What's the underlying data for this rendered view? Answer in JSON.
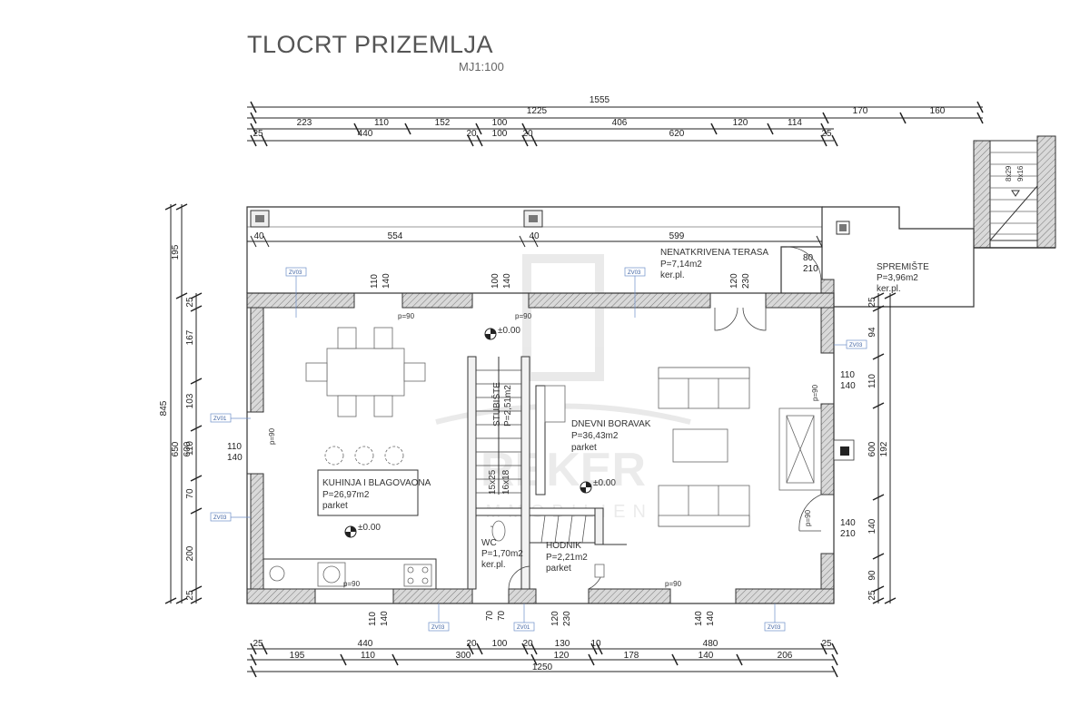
{
  "title": "TLOCRT PRIZEMLJA",
  "scale": "MJ1:100",
  "dimensions": {
    "top_total": "1555",
    "top_sub": "1225",
    "top_170": "170",
    "top_160": "160",
    "top_row1": [
      "223",
      "110",
      "152",
      "100",
      "406",
      "120",
      "114"
    ],
    "top_row2": [
      "25",
      "440",
      "20",
      "100",
      "20",
      "620",
      "25"
    ],
    "terrace_row": [
      "40",
      "554",
      "40",
      "599"
    ],
    "left_outer_total": "845",
    "left_outer": [
      "195",
      "650"
    ],
    "left_inner_total": "600",
    "left_inner": [
      "25",
      "167",
      "103",
      "110",
      "70",
      "200",
      "25"
    ],
    "left_window": [
      "110",
      "140"
    ],
    "right_outer": "600",
    "right_inner": [
      "25",
      "94",
      "110",
      "192",
      "140",
      "90",
      "25"
    ],
    "right_window_a": [
      "110",
      "140"
    ],
    "right_door_b": [
      "140",
      "210"
    ],
    "storage_door": [
      "80",
      "210"
    ],
    "terrace_door": [
      "120",
      "230"
    ],
    "top_window_a": [
      "110",
      "140"
    ],
    "top_window_b": [
      "100",
      "140"
    ],
    "bottom_window_a": [
      "110",
      "140"
    ],
    "bottom_window_b": [
      "70",
      "70"
    ],
    "bottom_door": [
      "120",
      "230"
    ],
    "bottom_window_c": [
      "140",
      "140"
    ],
    "bottom_row1": [
      "25",
      "440",
      "20",
      "100",
      "20",
      "130",
      "10",
      "480",
      "25"
    ],
    "bottom_row2": [
      "195",
      "110",
      "300",
      "120",
      "178",
      "140",
      "206"
    ],
    "bottom_total": "1250"
  },
  "rooms": [
    {
      "name": "NENATKRIVENA TERASA",
      "area": "P=7,14m2",
      "floor": "ker.pl."
    },
    {
      "name": "SPREMIŠTE",
      "area": "P=3,96m2",
      "floor": "ker.pl."
    },
    {
      "name": "DNEVNI BORAVAK",
      "area": "P=36,43m2",
      "floor": "parket"
    },
    {
      "name": "KUHINJA I BLAGOVAONA",
      "area": "P=26,97m2",
      "floor": "parket"
    },
    {
      "name": "WC",
      "area": "P=1,70m2",
      "floor": "ker.pl."
    },
    {
      "name": "HODNIK",
      "area": "P=2,21m2",
      "floor": "parket"
    },
    {
      "name": "STUBIŠTE",
      "area": "P=2,51m2",
      "floor": ""
    }
  ],
  "stair_text": [
    "15x25",
    "16x18"
  ],
  "outer_stair_text": [
    "8x29",
    "9x16"
  ],
  "levels": [
    "±0.00",
    "±0.00",
    "±0.00"
  ],
  "wall_notes": {
    "p90": "p=90",
    "zv01": "ZV01",
    "zv03": "ZV03"
  },
  "watermark": "REKER IMMOBILIEN"
}
